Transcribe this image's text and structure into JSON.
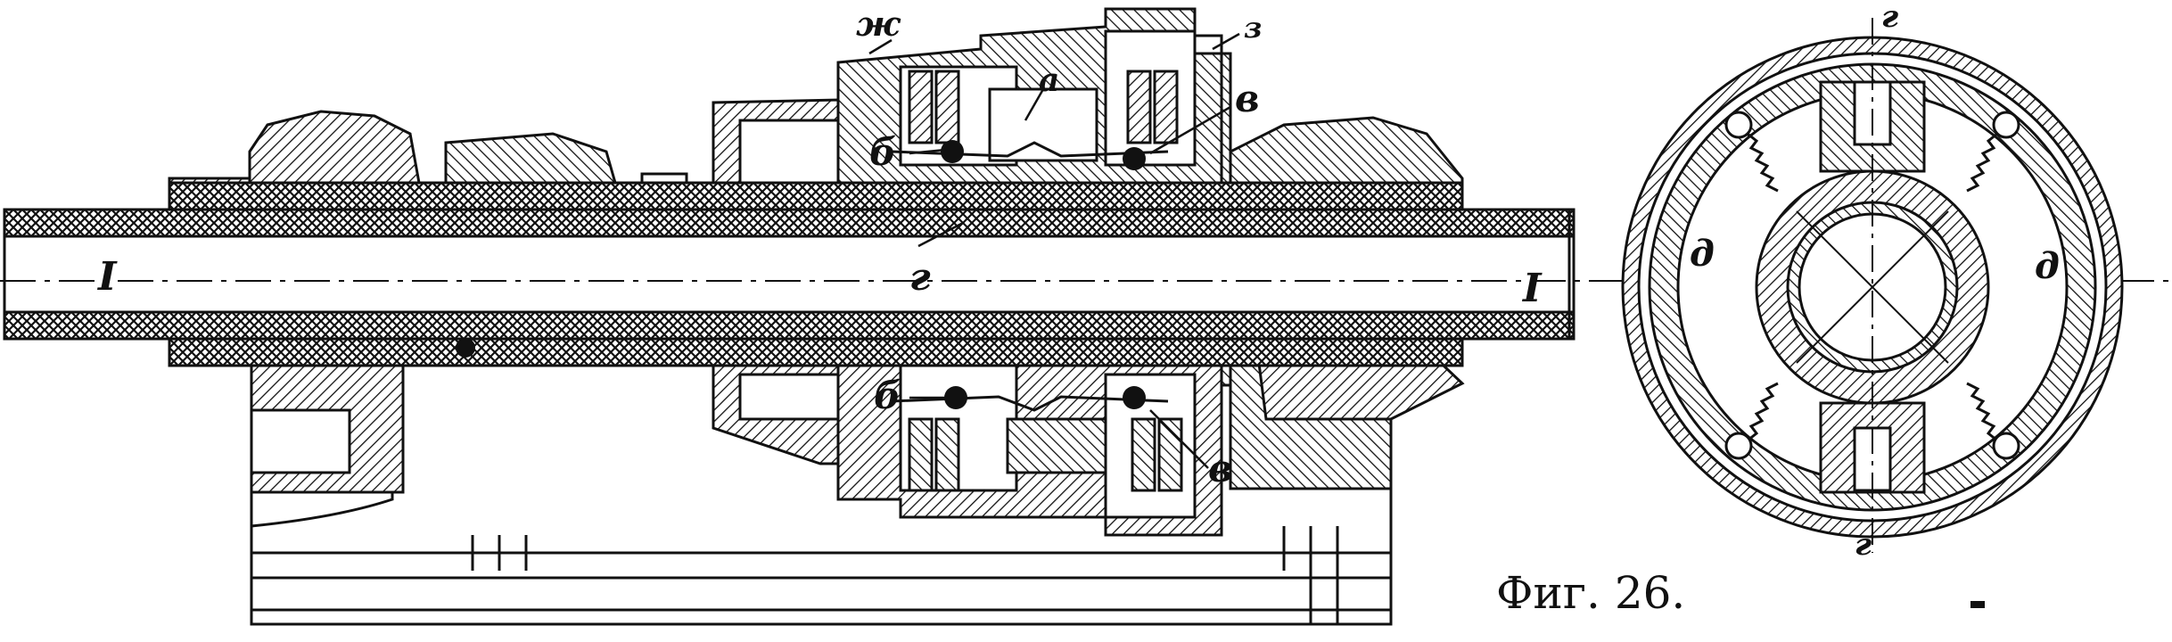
{
  "figure": {
    "caption": "Фиг. 26.",
    "labels": {
      "zh": "ж",
      "z": "з",
      "a": "а",
      "b": "б",
      "v": "в",
      "g": "г",
      "d": "д",
      "I": "I"
    },
    "colors": {
      "ink": "#111111",
      "paper": "#ffffff"
    }
  }
}
